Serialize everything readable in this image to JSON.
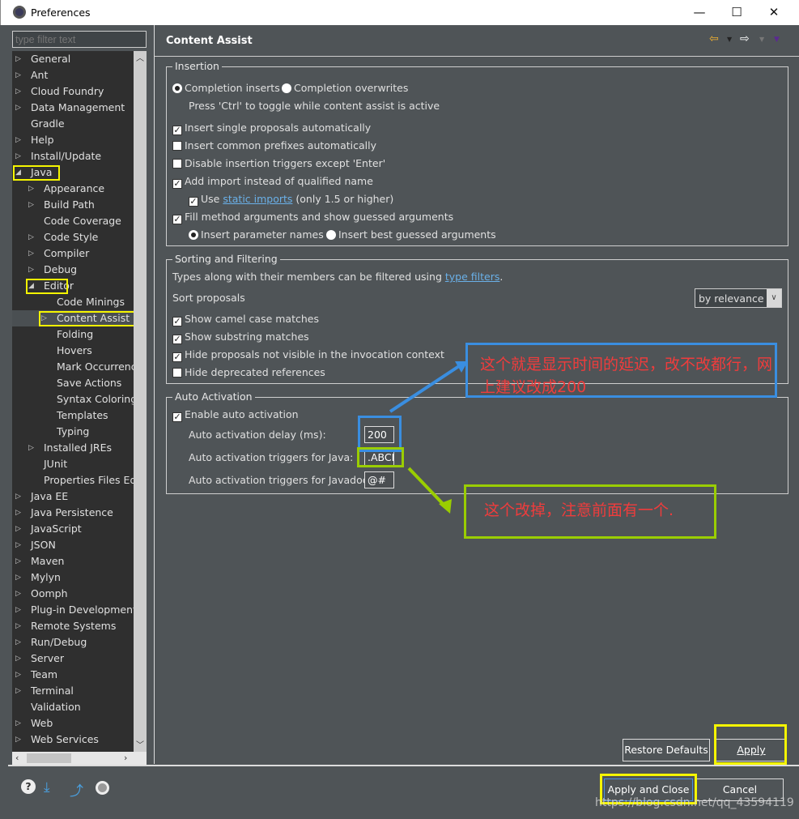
{
  "window": {
    "title": "Preferences",
    "minimize": "—",
    "maximize": "☐",
    "close": "✕"
  },
  "filter": {
    "placeholder": "type filter text"
  },
  "tree": [
    {
      "label": "General",
      "level": 0,
      "arrow": "collapsed"
    },
    {
      "label": "Ant",
      "level": 0,
      "arrow": "collapsed"
    },
    {
      "label": "Cloud Foundry",
      "level": 0,
      "arrow": "collapsed"
    },
    {
      "label": "Data Management",
      "level": 0,
      "arrow": "collapsed"
    },
    {
      "label": "Gradle",
      "level": 0,
      "arrow": "none"
    },
    {
      "label": "Help",
      "level": 0,
      "arrow": "collapsed"
    },
    {
      "label": "Install/Update",
      "level": 0,
      "arrow": "collapsed"
    },
    {
      "label": "Java",
      "level": 0,
      "arrow": "expanded",
      "highlight": true
    },
    {
      "label": "Appearance",
      "level": 1,
      "arrow": "collapsed"
    },
    {
      "label": "Build Path",
      "level": 1,
      "arrow": "collapsed"
    },
    {
      "label": "Code Coverage",
      "level": 1,
      "arrow": "none"
    },
    {
      "label": "Code Style",
      "level": 1,
      "arrow": "collapsed"
    },
    {
      "label": "Compiler",
      "level": 1,
      "arrow": "collapsed"
    },
    {
      "label": "Debug",
      "level": 1,
      "arrow": "collapsed"
    },
    {
      "label": "Editor",
      "level": 1,
      "arrow": "expanded",
      "highlight": true
    },
    {
      "label": "Code Minings",
      "level": 2,
      "arrow": "none"
    },
    {
      "label": "Content Assist",
      "level": 2,
      "arrow": "collapsed",
      "selected": true,
      "highlight": true
    },
    {
      "label": "Folding",
      "level": 2,
      "arrow": "none"
    },
    {
      "label": "Hovers",
      "level": 2,
      "arrow": "none"
    },
    {
      "label": "Mark Occurrences",
      "level": 2,
      "arrow": "none"
    },
    {
      "label": "Save Actions",
      "level": 2,
      "arrow": "none"
    },
    {
      "label": "Syntax Coloring",
      "level": 2,
      "arrow": "none"
    },
    {
      "label": "Templates",
      "level": 2,
      "arrow": "none"
    },
    {
      "label": "Typing",
      "level": 2,
      "arrow": "none"
    },
    {
      "label": "Installed JREs",
      "level": 1,
      "arrow": "collapsed"
    },
    {
      "label": "JUnit",
      "level": 1,
      "arrow": "none"
    },
    {
      "label": "Properties Files Editor",
      "level": 1,
      "arrow": "none"
    },
    {
      "label": "Java EE",
      "level": 0,
      "arrow": "collapsed"
    },
    {
      "label": "Java Persistence",
      "level": 0,
      "arrow": "collapsed"
    },
    {
      "label": "JavaScript",
      "level": 0,
      "arrow": "collapsed"
    },
    {
      "label": "JSON",
      "level": 0,
      "arrow": "collapsed"
    },
    {
      "label": "Maven",
      "level": 0,
      "arrow": "collapsed"
    },
    {
      "label": "Mylyn",
      "level": 0,
      "arrow": "collapsed"
    },
    {
      "label": "Oomph",
      "level": 0,
      "arrow": "collapsed"
    },
    {
      "label": "Plug-in Development",
      "level": 0,
      "arrow": "collapsed"
    },
    {
      "label": "Remote Systems",
      "level": 0,
      "arrow": "collapsed"
    },
    {
      "label": "Run/Debug",
      "level": 0,
      "arrow": "collapsed"
    },
    {
      "label": "Server",
      "level": 0,
      "arrow": "collapsed"
    },
    {
      "label": "Team",
      "level": 0,
      "arrow": "collapsed"
    },
    {
      "label": "Terminal",
      "level": 0,
      "arrow": "collapsed"
    },
    {
      "label": "Validation",
      "level": 0,
      "arrow": "none"
    },
    {
      "label": "Web",
      "level": 0,
      "arrow": "collapsed"
    },
    {
      "label": "Web Services",
      "level": 0,
      "arrow": "collapsed"
    }
  ],
  "page": {
    "title": "Content Assist"
  },
  "insertion": {
    "legend": "Insertion",
    "completion_inserts": "Completion inserts",
    "completion_overwrites": "Completion overwrites",
    "toggle_hint": "Press 'Ctrl' to toggle while content assist is active",
    "insert_single": "Insert single proposals automatically",
    "insert_common": "Insert common prefixes automatically",
    "disable_triggers": "Disable insertion triggers except 'Enter'",
    "add_import": "Add import instead of qualified name",
    "use": "Use",
    "static_imports": "static imports",
    "only_15": "(only 1.5 or higher)",
    "fill_args": "Fill method arguments and show guessed arguments",
    "insert_param_names": "Insert parameter names",
    "insert_best_guessed": "Insert best guessed arguments"
  },
  "sorting": {
    "legend": "Sorting and Filtering",
    "types_text": "Types along with their members can be filtered using",
    "type_filters": "type filters",
    "period": ".",
    "sort_label": "Sort proposals",
    "sort_value": "by relevance",
    "camel": "Show camel case matches",
    "substring": "Show substring matches",
    "hide_not_visible": "Hide proposals not visible in the invocation context",
    "hide_deprecated": "Hide deprecated references"
  },
  "auto": {
    "legend": "Auto Activation",
    "enable": "Enable auto activation",
    "delay_label": "Auto activation delay (ms):",
    "delay_value": "200",
    "java_label": "Auto activation triggers for Java:",
    "java_value": ".ABCD",
    "javadoc_label": "Auto activation triggers for Javadoc:",
    "javadoc_value": "@#"
  },
  "buttons": {
    "restore": "Restore Defaults",
    "apply": "Apply",
    "apply_close": "Apply and Close",
    "cancel": "Cancel"
  },
  "annotations": {
    "blue_text": "这个就是显示时间的延迟，改不改都行，网上建议改成200",
    "green_text": "这个改掉，注意前面有一个.",
    "blue_color": "#3a8ee0",
    "green_color": "#9acd00",
    "yellow_color": "#f5f500",
    "text_color": "#f03c3c"
  },
  "watermark": "https://blog.csdn.net/qq_43594119"
}
